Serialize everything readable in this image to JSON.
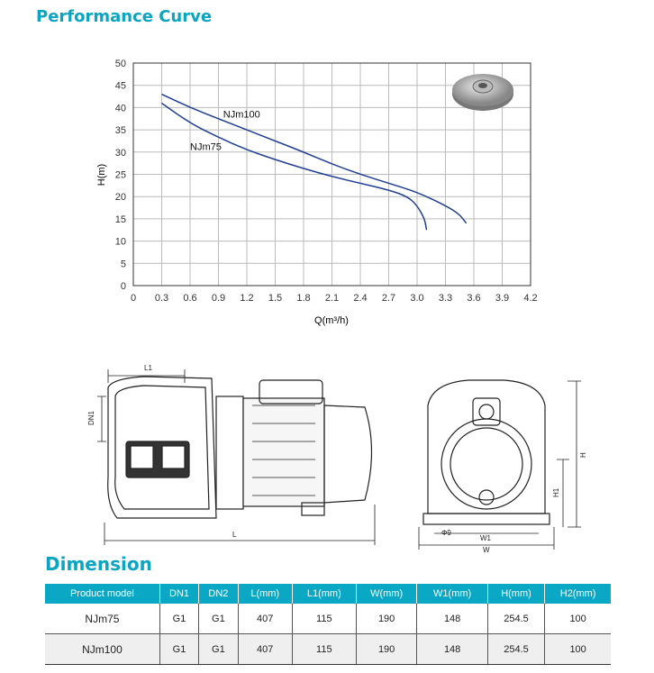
{
  "performance_title": "Performance Curve",
  "dimension_title": "Dimension",
  "chart_data": {
    "type": "line",
    "xlabel": "Q(m³/h)",
    "ylabel": "H(m)",
    "xlim": [
      0,
      4.2
    ],
    "ylim": [
      0,
      50
    ],
    "xticks": [
      "0",
      "0.3",
      "0.6",
      "0.9",
      "1.2",
      "1.5",
      "1.8",
      "2.1",
      "2.4",
      "2.7",
      "3.0",
      "3.3",
      "3.6",
      "3.9",
      "4.2"
    ],
    "yticks": [
      "0",
      "5",
      "10",
      "15",
      "20",
      "25",
      "30",
      "35",
      "40",
      "45",
      "50"
    ],
    "grid": true,
    "series": [
      {
        "name": "NJm100",
        "color": "#1f3f95",
        "points": [
          [
            0.3,
            43
          ],
          [
            0.6,
            40
          ],
          [
            0.9,
            37.5
          ],
          [
            1.2,
            35
          ],
          [
            1.5,
            32.5
          ],
          [
            1.8,
            30
          ],
          [
            2.1,
            27.3
          ],
          [
            2.4,
            25
          ],
          [
            2.7,
            23
          ],
          [
            3.0,
            21
          ],
          [
            3.3,
            18
          ],
          [
            3.45,
            16
          ],
          [
            3.52,
            14
          ]
        ]
      },
      {
        "name": "NJm75",
        "color": "#1f3f95",
        "points": [
          [
            0.3,
            41
          ],
          [
            0.6,
            36.5
          ],
          [
            0.9,
            33.3
          ],
          [
            1.2,
            30.5
          ],
          [
            1.5,
            28.3
          ],
          [
            1.8,
            26.3
          ],
          [
            2.1,
            24.5
          ],
          [
            2.4,
            23
          ],
          [
            2.7,
            21.5
          ],
          [
            2.9,
            20
          ],
          [
            3.0,
            18
          ],
          [
            3.08,
            15
          ],
          [
            3.1,
            12.5
          ]
        ]
      }
    ]
  },
  "diagram_labels": {
    "L1": "L1",
    "DN1": "DN1",
    "L": "L",
    "H": "H",
    "H1": "H1",
    "W1": "W1",
    "W": "W",
    "phi": "Φ9"
  },
  "table": {
    "headers": [
      "Product model",
      "DN1",
      "DN2",
      "L(mm)",
      "L1(mm)",
      "W(mm)",
      "W1(mm)",
      "H(mm)",
      "H2(mm)"
    ],
    "rows": [
      [
        "NJm75",
        "G1",
        "G1",
        "407",
        "115",
        "190",
        "148",
        "254.5",
        "100"
      ],
      [
        "NJm100",
        "G1",
        "G1",
        "407",
        "115",
        "190",
        "148",
        "254.5",
        "100"
      ]
    ]
  }
}
